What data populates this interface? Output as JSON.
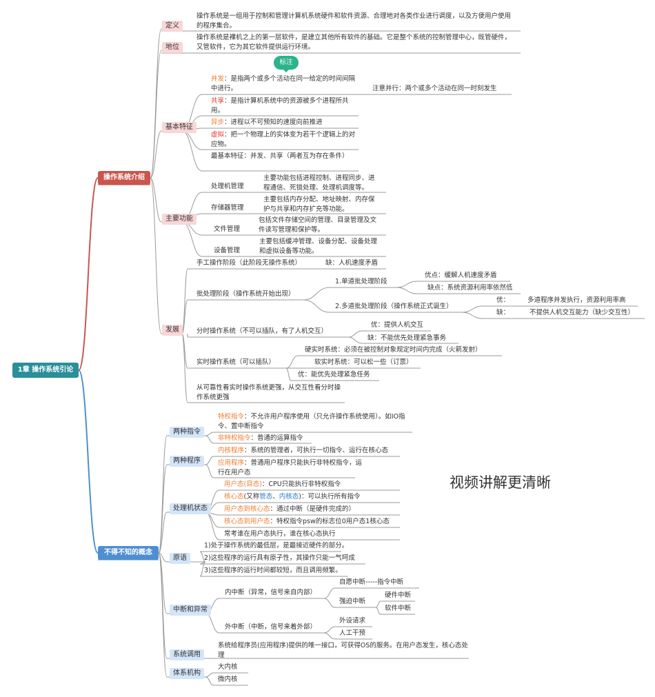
{
  "root": "1章 操作系统引论",
  "colors": {
    "root": "#2a8f9a",
    "intro": "#c9554c",
    "concepts": "#4f8ed0",
    "note": "#2bb38a",
    "orange": "#f07c2e",
    "red": "#e0342b",
    "blue": "#2a78c8"
  },
  "intro": {
    "title": "操作系统介绍",
    "definition": {
      "tag": "定义",
      "text": "操作系统是一组用于控制和管理计算机系统硬件和软件资源、合理地对各类作业进行调度，以及方便用户使用的程序集合。"
    },
    "position": {
      "tag": "地位",
      "text": "操作系统是裸机之上的第一层软件，是建立其他所有软件的基础。它是整个系统的控制管理中心，既管硬件，又管软件，它为其它软件提供运行环境。"
    },
    "features": {
      "tag": "基本特征",
      "note": "标注",
      "concurrency": {
        "term": "并发",
        "text": "：是指两个或多个活动在同一给定的时间间隔中进行。",
        "note": "注意并行：两个或多个活动在同一时刻发生"
      },
      "sharing": {
        "term": "共享",
        "text": "：是指计算机系统中的资源被多个进程所共用。"
      },
      "async": {
        "term": "异步",
        "text": "：进程以不可预知的速度向前推进"
      },
      "virtual": {
        "term": "虚拟",
        "text": "：把一个物理上的实体变为若干个逻辑上的对应物。"
      },
      "basic": "最基本特征：并发、共享（两者互为存在条件）"
    },
    "functions": {
      "tag": "主要功能",
      "items": [
        {
          "name": "处理机管理",
          "text": "主要功能包括进程控制、进程同步、进程通信、死锁处理、处理机调度等。"
        },
        {
          "name": "存储器管理",
          "text": "主要包括内存分配、地址映射、内存保护与共享和内存扩充等功能。"
        },
        {
          "name": "文件管理",
          "text": "包括文件存储空间的管理、目录管理及文件读写管理和保护等。"
        },
        {
          "name": "设备管理",
          "text": "主要包括缓冲管理、设备分配、设备处理和虚拟设备等功能。"
        }
      ]
    },
    "development": {
      "tag": "发展",
      "manual": {
        "text": "手工操作阶段（此阶段无操作系统）",
        "con": "缺：人机速度矛盾"
      },
      "batch": {
        "text": "批处理阶段（操作系统开始出现）",
        "single": {
          "text": "1.单道批处理阶段",
          "pro": "优点：缓解人机速度矛盾",
          "con": "缺点：系统资源利用率依然低"
        },
        "multi": {
          "text": "2.多道批处理阶段（操作系统正式诞生）",
          "pro_label": "优：",
          "pro": "多道程序并发执行，资源利用率高",
          "con_label": "缺：",
          "con": "不提供人机交互能力（缺少交互性）"
        }
      },
      "timeshare": {
        "text": "分时操作系统（不可以插队，有了人机交互）",
        "pro": "优：提供人机交互",
        "con": "缺：不能优先处理紧急事务"
      },
      "realtime": {
        "text": "实时操作系统（可以插队）",
        "hard": "硬实时系统：必须在被控制对象规定时间内完成（火箭发射）",
        "soft": "软实时系统：可以松一些（订票）",
        "pro": "优：能优先处理紧急任务"
      },
      "summary": "从可靠性看实时操作系统更强，从交互性看分时操作系统更强"
    }
  },
  "concepts": {
    "title": "不得不知的概念",
    "instructions": {
      "tag": "两种指令",
      "privileged": {
        "term": "特权指令",
        "text": "：不允许用户程序使用（只允许操作系统使用）。如IO指令、置中断指令"
      },
      "nonprivileged": {
        "term": "非特权指令",
        "text": "：普通的运算指令"
      }
    },
    "programs": {
      "tag": "两种程序",
      "kernel": {
        "term": "内核程序",
        "text": "：系统的管理者，可执行一切指令、运行在核心态"
      },
      "app": {
        "term": "应用程序",
        "text": "：普通用户程序只能执行非特权指令，运行在用户态"
      }
    },
    "cpu_state": {
      "tag": "处理机状态",
      "user": {
        "term": "用户态(目态)",
        "text": "：CPU只能执行非特权指令"
      },
      "kernel": {
        "term": "核心态",
        "mid1": "(又称",
        "alias1": "管态",
        "sep": "、",
        "alias2": "内核态",
        "text": ")：可以执行所有指令"
      },
      "u2k": {
        "term": "用户态到核心态",
        "text": "：通过中断（是硬件完成的）"
      },
      "k2u": {
        "term": "核心态到用户态",
        "text": "：特权指令psw的标志位0用户态1核心态"
      },
      "tip": "常考谁在用户态执行，谁在核心态执行"
    },
    "primitive": {
      "tag": "原语",
      "items": [
        "1)处于操作系统的最低层，是最接近硬件的部分。",
        "2)这些程序的运行具有原子性，其操作只能一气呵成",
        "3)这些程序的运行时间都较短，而且调用频繁。"
      ]
    },
    "interrupt": {
      "tag": "中断和异常",
      "internal": {
        "text": "内中断（异常，信号来自内部）",
        "voluntary": "自愿中断-----指令中断",
        "forced": "强迫中断",
        "hardware": "硬件中断",
        "software": "软件中断"
      },
      "external": {
        "text": "外中断（中断，信号来着外部）",
        "device": "外设请求",
        "manual": "人工干预"
      }
    },
    "syscall": {
      "tag": "系统调用",
      "text": "系统给程序员(应用程序)提供的唯一接口，可获得OS的服务。在用户态发生，核心态处理"
    },
    "arch": {
      "tag": "体系机构",
      "items": [
        "大内核",
        "微内核"
      ]
    }
  },
  "watermark": "视频讲解更清晰"
}
